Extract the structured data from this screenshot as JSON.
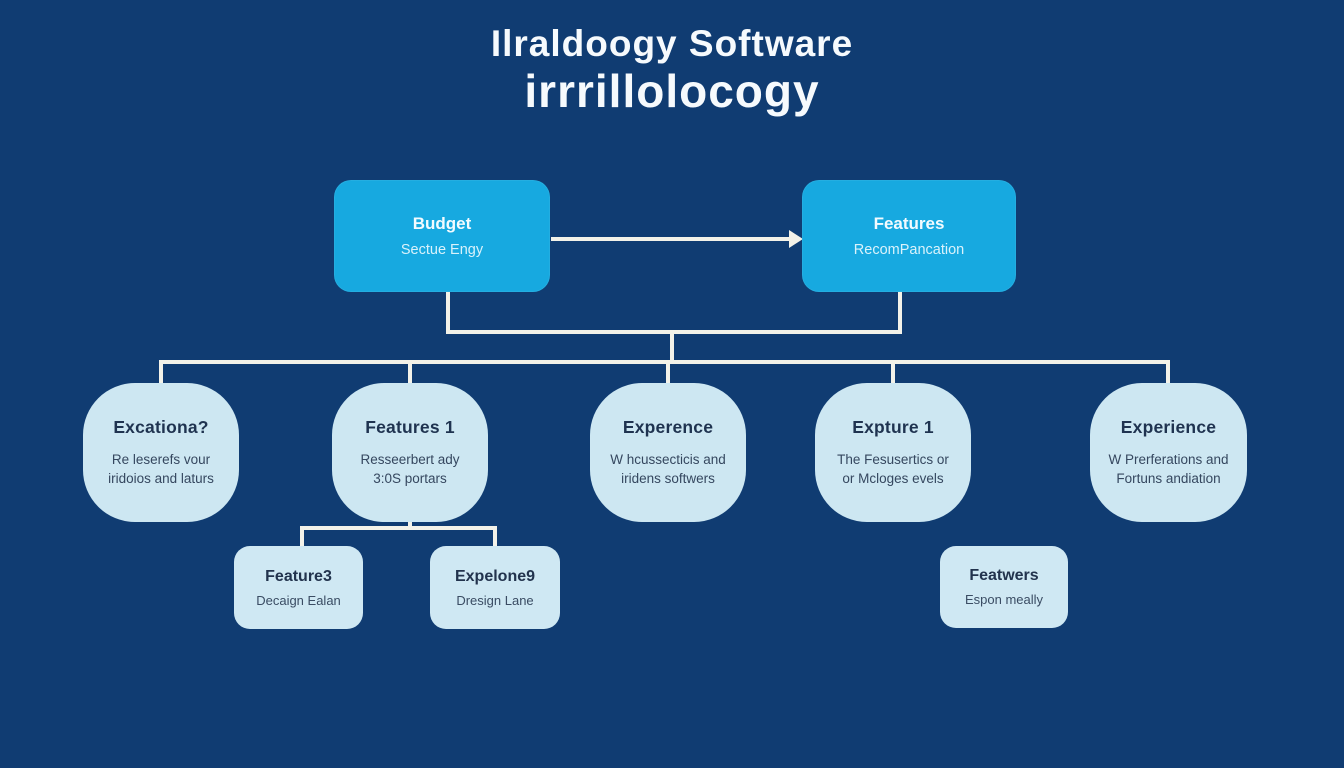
{
  "title": {
    "line1": "Ilraldoogy Software",
    "line2": "irrrillolocogy"
  },
  "colors": {
    "background": "#103c72",
    "top_node_fill": "#17a9e0",
    "mid_node_fill": "#cde7f2",
    "connector": "#f3f2e9",
    "title_text": "#f6fafd",
    "dark_text": "#1f3350"
  },
  "top_nodes": [
    {
      "title": "Budget",
      "subtitle": "Sectue Engy"
    },
    {
      "title": "Features",
      "subtitle": "RecomPancation"
    }
  ],
  "mid_nodes": [
    {
      "title": "Excationa?",
      "subtitle": "Re leserefs vour\niridoios and laturs"
    },
    {
      "title": "Features 1",
      "subtitle": "Resseerbert ady\n3:0S portars"
    },
    {
      "title": "Experence",
      "subtitle": "W hcussecticis and\niridens softwers"
    },
    {
      "title": "Expture 1",
      "subtitle": "The Fesusertics or\nor Mcloges evels"
    },
    {
      "title": "Experience",
      "subtitle": "W Prerferations and\nFortuns andiation"
    }
  ],
  "sub_nodes": [
    {
      "title": "Feature3",
      "subtitle": "Decaign Ealan"
    },
    {
      "title": "Expelone9",
      "subtitle": "Dresign Lane"
    },
    {
      "title": "Featwers",
      "subtitle": "Espon meally"
    }
  ]
}
